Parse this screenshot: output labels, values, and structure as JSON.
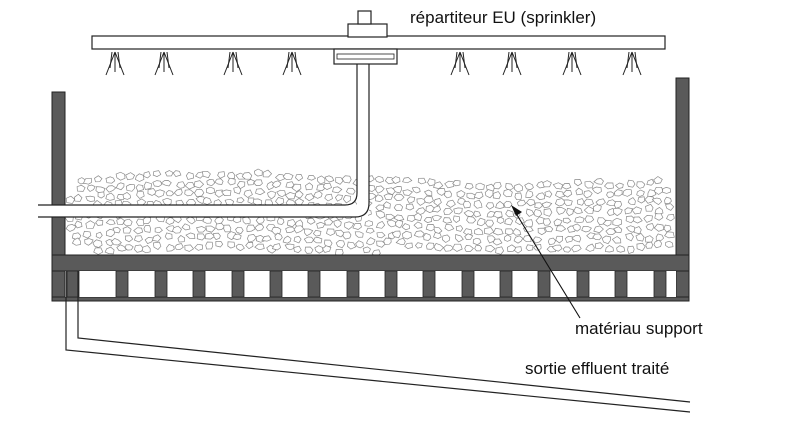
{
  "labels": {
    "sprinkler": "répartiteur EU (sprinkler)",
    "support_material": "matériau support",
    "outlet": "sortie effluent traité"
  },
  "colors": {
    "tank_wall": "#5a5a5a",
    "outline": "#222222",
    "stone_outline": "#8a8a8a",
    "background": "#ffffff"
  }
}
